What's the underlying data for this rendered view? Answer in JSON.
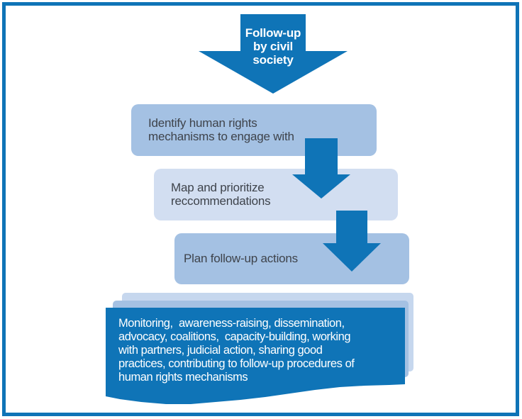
{
  "diagram": {
    "start_arrow": {
      "text": "Follow-up\nby civil\nsociety"
    },
    "steps": [
      {
        "text": "Identify human rights\nmechanisms to engage with"
      },
      {
        "text": "Map and prioritize\nreccommendations"
      },
      {
        "text": "Plan follow-up actions"
      }
    ],
    "outcome": {
      "text": "Monitoring,  awareness-raising, dissemination,\nadvocacy, coalitions,  capacity-building, working\nwith partners, judicial action, sharing good\npractices, contributing to follow-up procedures of\nhuman rights mechanisms"
    },
    "colors": {
      "accent_blue": "#0f74b7",
      "medium_blue": "#a4c1e3",
      "pale_blue": "#d2def1",
      "back_layer_light_blue": "#c6d7ee",
      "back_layer_medium_blue": "#a4c1e3",
      "border_blue": "#0f74b7",
      "step_text": "#3e434b",
      "arrow_text": "#ffffff",
      "background": "#ffffff"
    }
  }
}
